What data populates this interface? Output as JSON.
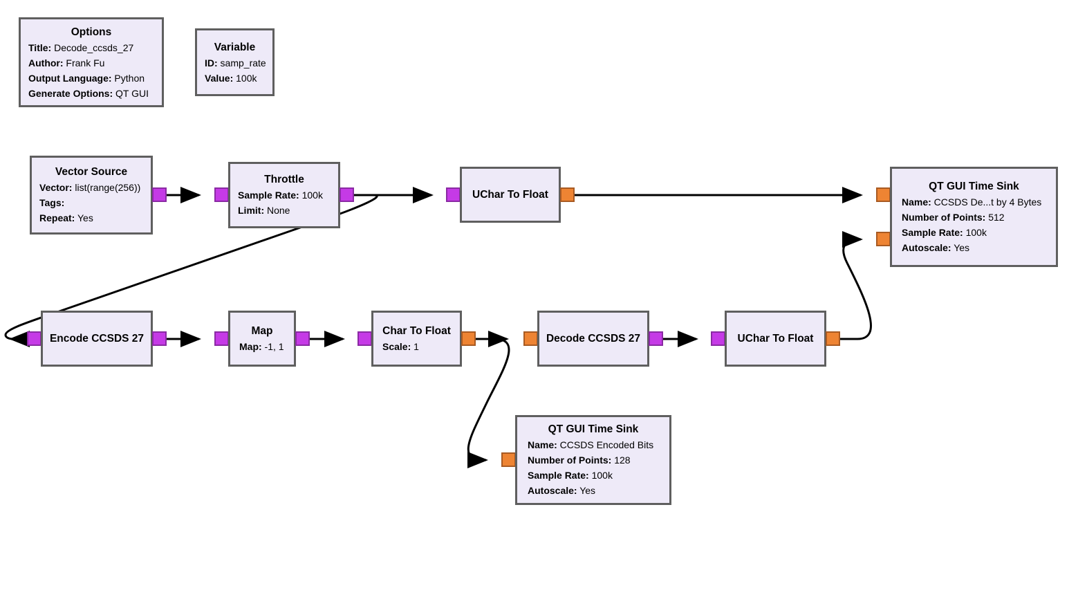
{
  "colors": {
    "byte_port": "#c53ae6",
    "float_port": "#ee8433",
    "block_fill": "#eeeaf8",
    "block_border": "#5f5f5f",
    "wire": "#000000"
  },
  "blocks": {
    "options": {
      "title": "Options",
      "params": [
        {
          "k": "Title:",
          "v": " Decode_ccsds_27"
        },
        {
          "k": "Author:",
          "v": " Frank Fu"
        },
        {
          "k": "Output Language:",
          "v": " Python"
        },
        {
          "k": "Generate Options:",
          "v": " QT GUI"
        }
      ]
    },
    "variable": {
      "title": "Variable",
      "params": [
        {
          "k": "ID:",
          "v": " samp_rate"
        },
        {
          "k": "Value:",
          "v": " 100k"
        }
      ]
    },
    "vector_source": {
      "title": "Vector Source",
      "params": [
        {
          "k": "Vector:",
          "v": " list(range(256))"
        },
        {
          "k": "Tags:",
          "v": ""
        },
        {
          "k": "Repeat:",
          "v": " Yes"
        }
      ]
    },
    "throttle": {
      "title": "Throttle",
      "params": [
        {
          "k": "Sample Rate:",
          "v": " 100k"
        },
        {
          "k": "Limit:",
          "v": " None"
        }
      ]
    },
    "uchar_to_float_1": {
      "title": "UChar To Float"
    },
    "time_sink_decoded": {
      "title": "QT GUI Time Sink",
      "params": [
        {
          "k": "Name:",
          "v": " CCSDS De...t by 4 Bytes"
        },
        {
          "k": "Number of Points:",
          "v": " 512"
        },
        {
          "k": "Sample Rate:",
          "v": " 100k"
        },
        {
          "k": "Autoscale:",
          "v": " Yes"
        }
      ]
    },
    "encode_ccsds": {
      "title": "Encode CCSDS 27"
    },
    "map": {
      "title": "Map",
      "params": [
        {
          "k": "Map:",
          "v": " -1, 1"
        }
      ]
    },
    "char_to_float": {
      "title": "Char To Float",
      "params": [
        {
          "k": "Scale:",
          "v": " 1"
        }
      ]
    },
    "decode_ccsds": {
      "title": "Decode CCSDS 27"
    },
    "uchar_to_float_2": {
      "title": "UChar To Float"
    },
    "time_sink_encoded": {
      "title": "QT GUI Time Sink",
      "params": [
        {
          "k": "Name:",
          "v": " CCSDS Encoded Bits"
        },
        {
          "k": "Number of Points:",
          "v": " 128"
        },
        {
          "k": "Sample Rate:",
          "v": " 100k"
        },
        {
          "k": "Autoscale:",
          "v": " Yes"
        }
      ]
    }
  },
  "connections": [
    {
      "from": "vector_source",
      "to": "throttle"
    },
    {
      "from": "throttle",
      "to": "uchar_to_float_1"
    },
    {
      "from": "throttle",
      "to": "encode_ccsds"
    },
    {
      "from": "uchar_to_float_1",
      "to": "time_sink_decoded.in0"
    },
    {
      "from": "encode_ccsds",
      "to": "map"
    },
    {
      "from": "map",
      "to": "char_to_float"
    },
    {
      "from": "char_to_float",
      "to": "decode_ccsds"
    },
    {
      "from": "char_to_float",
      "to": "time_sink_encoded"
    },
    {
      "from": "decode_ccsds",
      "to": "uchar_to_float_2"
    },
    {
      "from": "uchar_to_float_2",
      "to": "time_sink_decoded.in1"
    }
  ]
}
